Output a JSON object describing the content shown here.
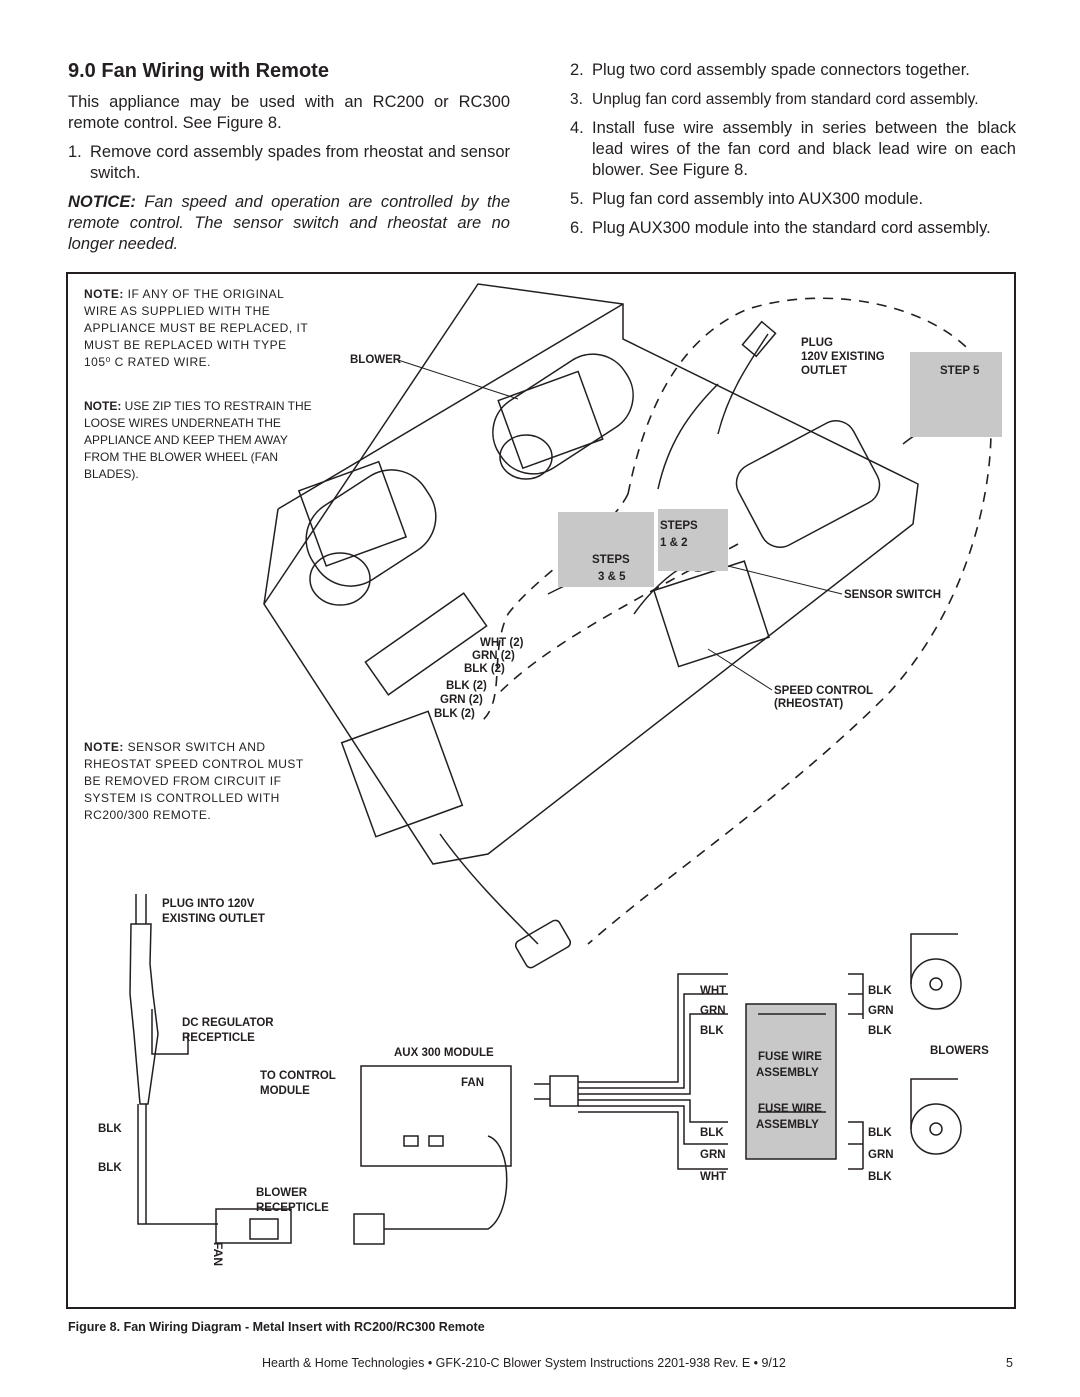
{
  "section": {
    "title": "9.0  Fan Wiring with Remote"
  },
  "left": {
    "intro": "This appliance may be used with an RC200 or RC300 remote control.  See Figure 8.",
    "step1_num": "1.",
    "step1": "Remove cord assembly spades from rheostat and sensor switch.",
    "notice_label": "NOTICE:",
    "notice": " Fan speed and operation are controlled by the remote control.  The sensor switch and rheostat are no longer needed."
  },
  "right": {
    "steps": [
      {
        "num": "2.",
        "text": "Plug two cord assembly spade connectors together."
      },
      {
        "num": "3.",
        "text": "Unplug fan cord assembly from standard cord assembly."
      },
      {
        "num": "4.",
        "text": "Install fuse wire assembly in series between the black lead wires of the fan cord and black lead wire on each blower.  See Figure 8."
      },
      {
        "num": "5.",
        "text": "Plug fan cord assembly into AUX300 module."
      },
      {
        "num": "6.",
        "text": "Plug AUX300 module into the standard cord assembly."
      }
    ]
  },
  "notes": {
    "note1_label": "NOTE:",
    "note1": " If any of the original wire as supplied with the appliance must be replaced, it must be replaced with type 105⁰ C rated wire.",
    "note2_label": "NOTE:",
    "note2": " Use zip ties to restrain the loose wires underneath the appliance and keep them away from the blower wheel (fan blades).",
    "note3_label": "NOTE:",
    "note3": " Sensor switch and rheostat speed control must be removed from circuit if system is controlled with RC200/300 remote."
  },
  "diagram_labels": {
    "blower": "BLOWER",
    "plug": "PLUG",
    "existing_outlet_1": "120V EXISTING",
    "existing_outlet_2": "OUTLET",
    "step5": "STEP 5",
    "steps12_a": "STEPS",
    "steps12_b": "1 & 2",
    "steps35_a": "STEPS",
    "steps35_b": "3 & 5",
    "sensor_switch": "SENSOR SWITCH",
    "speed_control_1": "SPEED CONTROL",
    "speed_control_2": "(RHEOSTAT)",
    "wire_labels": [
      "WHT (2)",
      "GRN (2)",
      "BLK (2)",
      "BLK (2)",
      "GRN (2)",
      "BLK (2)"
    ],
    "plug_into_1": "PLUG INTO 120V",
    "plug_into_2": "EXISTING OUTLET",
    "dc_regulator_1": "DC REGULATOR",
    "dc_regulator_2": "RECEPTICLE",
    "aux_module": "AUX 300 MODULE",
    "to_control_1": "TO CONTROL",
    "to_control_2": "MODULE",
    "fan": "FAN",
    "blk": "BLK",
    "grn": "GRN",
    "wht": "WHT",
    "blower_recepticle_1": "BLOWER",
    "blower_recepticle_2": "RECEPTICLE",
    "fan_vertical": "FAN",
    "fuse_wire": "FUSE WIRE",
    "assembly": "ASSEMBLY",
    "blowers": "BLOWERS"
  },
  "caption": "Figure 8.  Fan Wiring Diagram - Metal Insert with RC200/RC300 Remote",
  "footer": "Hearth & Home Technologies  •  GFK-210-C Blower System Instructions  2201-938 Rev. E  •  9/12",
  "page_number": "5"
}
